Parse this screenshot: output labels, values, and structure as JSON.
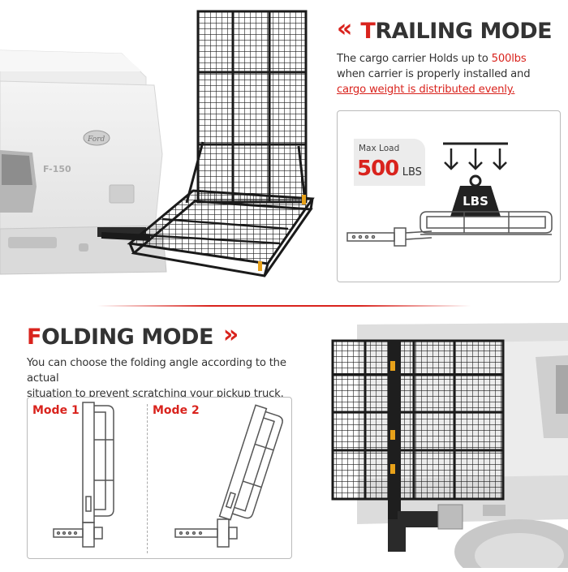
{
  "trailing": {
    "chevrons": "«",
    "title_first": "T",
    "title_rest": "RAILING MODE",
    "desc_1": "The cargo carrier Holds up to ",
    "desc_highlight": "500lbs",
    "desc_2": "when carrier is properly installed and",
    "desc_3": "cargo weight is distributed evenly.",
    "max_load_label": "Max Load",
    "max_load_value": "500",
    "max_load_unit": "LBS",
    "weight_label": "LBS"
  },
  "folding": {
    "title_first": "F",
    "title_rest": "OLDING MODE",
    "chevrons": "»",
    "desc_1": "You can choose the folding angle according to the actual",
    "desc_2": "situation to prevent scratching your pickup truck.",
    "mode1_label": "Mode 1",
    "mode2_label": "Mode 2"
  },
  "colors": {
    "accent": "#d9231d",
    "text": "#333333",
    "metal": "#222222"
  }
}
